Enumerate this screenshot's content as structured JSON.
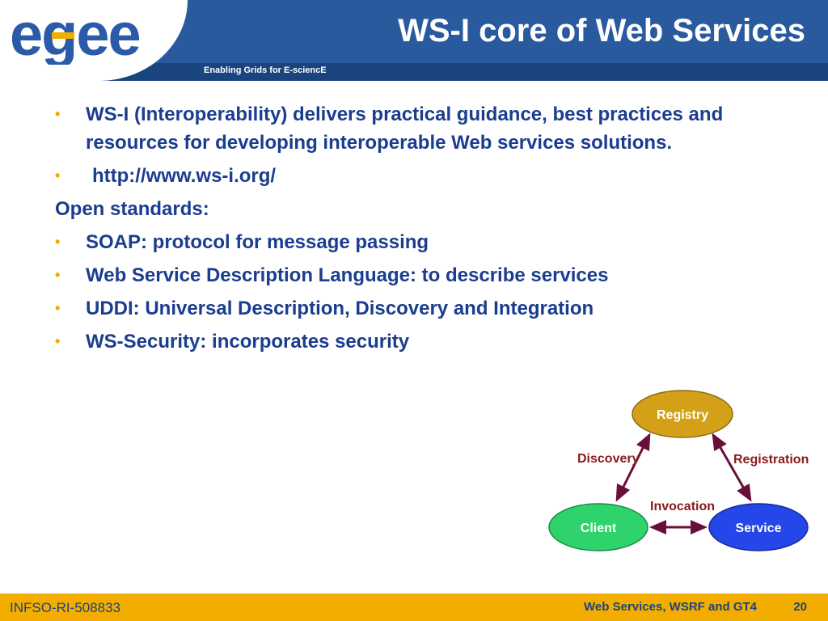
{
  "header": {
    "logo_text": "egee",
    "tagline": "Enabling Grids for E-sciencE",
    "title": "WS-I core of Web Services"
  },
  "content": {
    "bullets_top": [
      "WS-I (Interoperability) delivers practical guidance, best practices and resources for developing interoperable Web services solutions.",
      "http://www.ws-i.org/"
    ],
    "subheading": "Open standards:",
    "bullets_bottom": [
      "SOAP: protocol for message passing",
      "Web Service Description Language: to describe services",
      "UDDI: Universal Description, Discovery and Integration",
      "WS-Security: incorporates security"
    ]
  },
  "diagram": {
    "nodes": {
      "registry": "Registry",
      "client": "Client",
      "service": "Service"
    },
    "edges": {
      "discovery": "Discovery",
      "registration": "Registration",
      "invocation": "Invocation"
    },
    "colors": {
      "registry": "#d4a017",
      "client": "#2fd36b",
      "service": "#2546e8",
      "arrows": "#6b0f3a",
      "edge_labels": "#8b1a1a"
    }
  },
  "footer": {
    "left": "INFSO-RI-508833",
    "right": "Web Services, WSRF and GT4",
    "page": "20"
  }
}
